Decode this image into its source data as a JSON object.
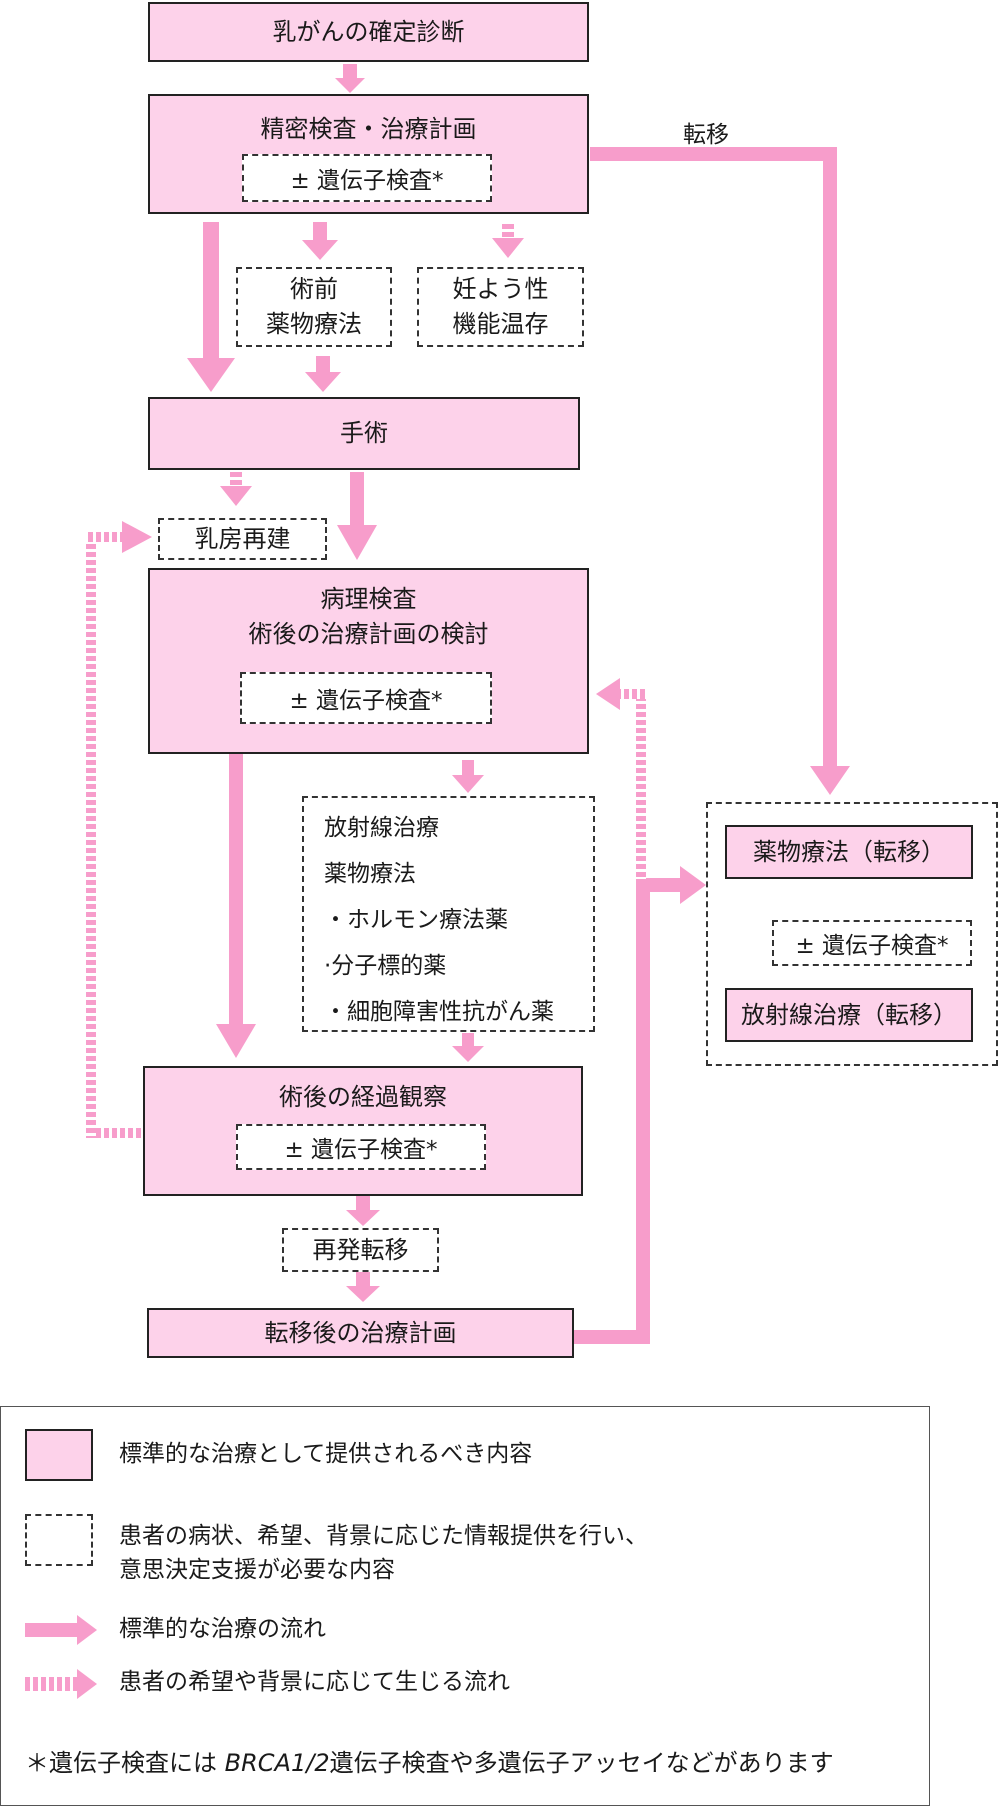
{
  "nodes": {
    "diagnosis": "乳がんの確定診断",
    "workup": "精密検査・治療計画",
    "workup_gene": "± 遺伝子検査*",
    "neoadjuvant_l1": "術前",
    "neoadjuvant_l2": "薬物療法",
    "fertility_l1": "妊よう性",
    "fertility_l2": "機能温存",
    "surgery": "手術",
    "reconstruction": "乳房再建",
    "pathology_l1": "病理検査",
    "pathology_l2": "術後の治療計画の検討",
    "pathology_gene": "± 遺伝子検査*",
    "adjuvant_items": [
      "放射線治療",
      "薬物療法",
      "・ホルモン療法薬",
      "·分子標的薬",
      "・細胞障害性抗がん薬"
    ],
    "followup": "術後の経過観察",
    "followup_gene": "± 遺伝子検査*",
    "recurrence": "再発転移",
    "metastatic_plan": "転移後の治療計画",
    "meta_drug": "薬物療法（転移）",
    "meta_gene": "± 遺伝子検査*",
    "meta_radiation": "放射線治療（転移）"
  },
  "labels": {
    "metastasis": "転移"
  },
  "legend": {
    "standard_box": "標準的な治療として提供されるべき内容",
    "dashed_box_l1": "患者の病状、希望、背景に応じた情報提供を行い、",
    "dashed_box_l2": "意思決定支援が必要な内容",
    "standard_flow": "標準的な治療の流れ",
    "optional_flow": "患者の希望や背景に応じて生じる流れ",
    "footnote_pre": "＊遺伝子検査には ",
    "footnote_gene": "BRCA1/2",
    "footnote_post": "遺伝子検査や多遺伝子アッセイなどがあります"
  },
  "colors": {
    "box_fill": "#fdd2ea",
    "arrow_fill": "#f79dcb",
    "border": "#222222"
  }
}
